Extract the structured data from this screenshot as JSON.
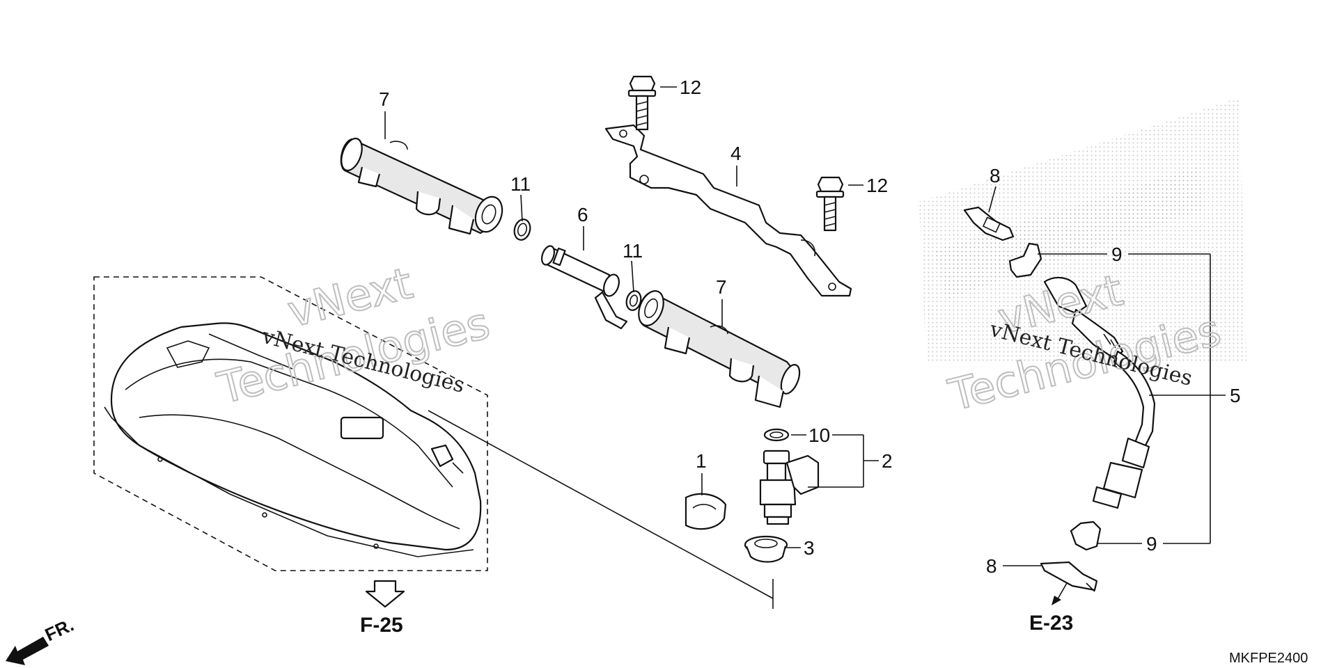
{
  "diagram": {
    "callouts": {
      "c1": "1",
      "c2": "2",
      "c3": "3",
      "c4": "4",
      "c5": "5",
      "c6": "6",
      "c7a": "7",
      "c7b": "7",
      "c8a": "8",
      "c8b": "8",
      "c9a": "9",
      "c9b": "9",
      "c10": "10",
      "c11a": "11",
      "c11b": "11",
      "c12a": "12",
      "c12b": "12"
    },
    "references": {
      "f25": "F-25",
      "e23": "E-23",
      "front": "FR."
    },
    "drawing_code": "MKFPE2400",
    "watermarks": {
      "left_small": "vNext Technologies",
      "left_big_1": "vNext",
      "left_big_2": "Technologies",
      "right_small": "vNext Technologies",
      "right_big_1": "vNext",
      "right_big_2": "Technologies"
    }
  },
  "colors": {
    "line": "#111111",
    "background": "#ffffff",
    "watermark": "#bdbdbd",
    "stipple": "#9a9a9a"
  },
  "icons": {
    "front_arrow": "arrow-front-left-icon",
    "ref_arrow": "down-arrow-icon"
  }
}
